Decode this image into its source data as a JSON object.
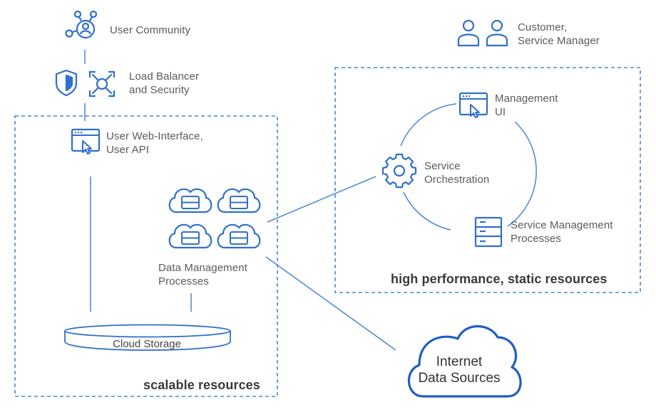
{
  "colors": {
    "accent": "#2f6fcc",
    "line": "#4a86d4",
    "text": "#5a5a5a",
    "section_text": "#3a3a3a"
  },
  "nodes": {
    "user_community": {
      "label": "User Community",
      "icon": "user-network-icon"
    },
    "load_balancer": {
      "line1": "Load Balancer",
      "line2": "and Security",
      "icons": [
        "shield-icon",
        "network-expand-icon"
      ]
    },
    "customer": {
      "line1": "Customer,",
      "line2": "Service Manager",
      "icon": "two-users-icon"
    },
    "web_interface": {
      "line1": "User Web-Interface,",
      "line2": "User API",
      "icon": "browser-click-icon"
    },
    "data_management": {
      "line1": "Data Management",
      "line2": "Processes",
      "icon": "cloud-server-icon"
    },
    "cloud_storage": {
      "label": "Cloud Storage",
      "icon": "storage-disk-icon"
    },
    "management_ui": {
      "line1": "Management",
      "line2": "UI",
      "icon": "browser-click-icon"
    },
    "service_orchestration": {
      "line1": "Service",
      "line2": "Orchestration",
      "icon": "gear-icon"
    },
    "service_management": {
      "line1": "Service Management",
      "line2": "Processes",
      "icon": "server-stack-icon"
    },
    "internet": {
      "line1": "Internet",
      "line2": "Data Sources",
      "icon": "cloud-outline-icon"
    }
  },
  "regions": {
    "scalable": "scalable resources",
    "high_performance": "high performance, static resources"
  }
}
